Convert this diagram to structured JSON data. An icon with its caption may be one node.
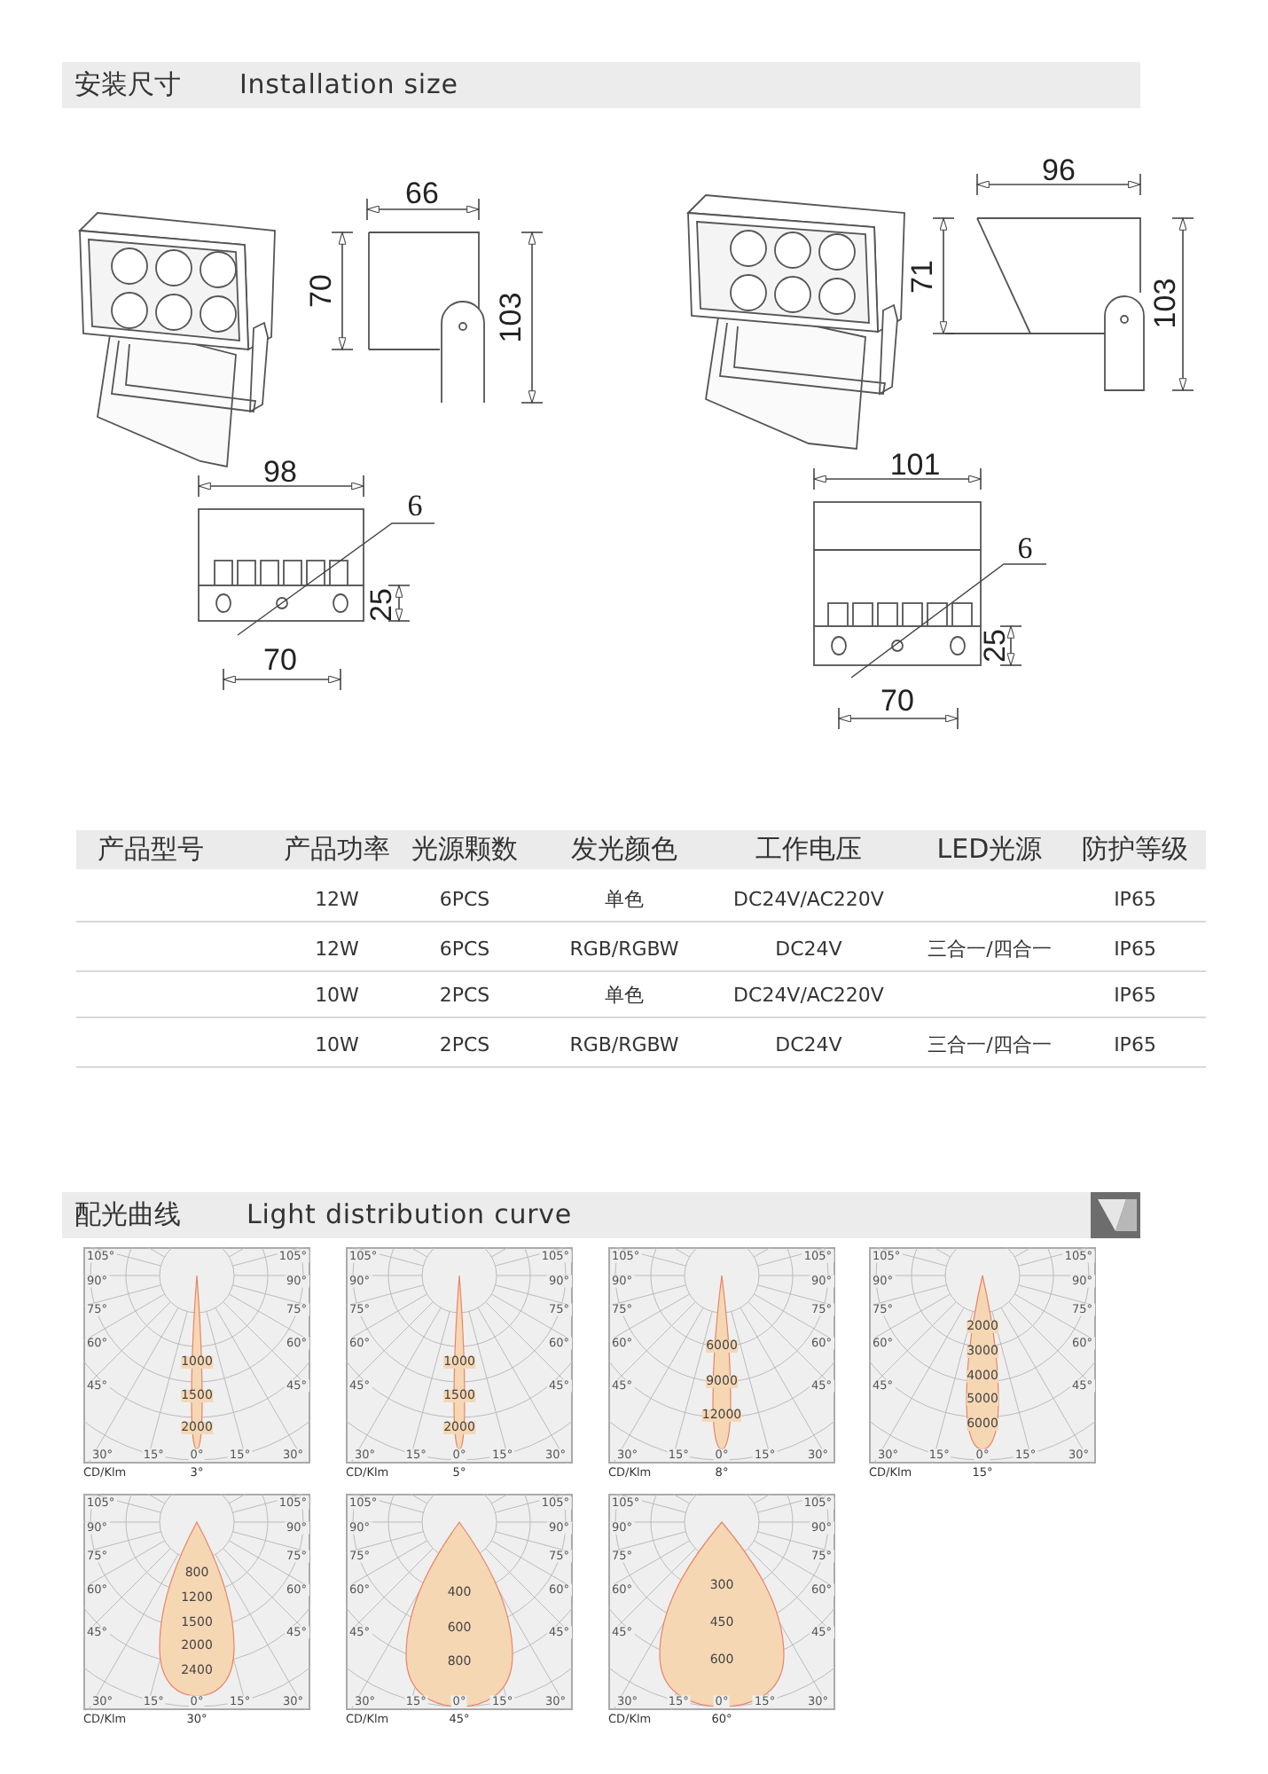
{
  "diagram": {
    "labels": [
      "安装尺寸",
      "Installation size",
      "66",
      "70",
      "103",
      "98",
      "6",
      "25",
      "70",
      "96",
      "71",
      "103",
      "101",
      "6",
      "25",
      "70",
      "产品型号",
      "产品功率",
      "光源颗数",
      "发光颜色",
      "工作电压",
      "LED光源",
      "防护等级",
      "12W",
      "6PCS",
      "单色",
      "DC24V/AC220V",
      "IP65",
      "12W",
      "6PCS",
      "RGB/RGBW",
      "DC24V",
      "三合一/四合一",
      "IP65",
      "10W",
      "2PCS",
      "单色",
      "DC24V/AC220V",
      "IP65",
      "10W",
      "2PCS",
      "RGB/RGBW",
      "DC24V",
      "三合一/四合一",
      "IP65",
      "配光曲线",
      "Light distribution curve",
      "105°",
      "105°",
      "90°",
      "90°",
      "75°",
      "75°",
      "60°",
      "60°",
      "45°",
      "45°",
      "1000",
      "1500",
      "2000",
      "30°",
      "15°",
      "0°",
      "15°",
      "30°",
      "CD/Klm",
      "3°",
      "105°",
      "105°",
      "90°",
      "90°",
      "75°",
      "75°",
      "60°",
      "60°",
      "45°",
      "45°",
      "1000",
      "1500",
      "2000",
      "30°",
      "15°",
      "0°",
      "15°",
      "30°",
      "CD/Klm",
      "5°",
      "105°",
      "105°",
      "90°",
      "90°",
      "75°",
      "75°",
      "60°",
      "60°",
      "45°",
      "45°",
      "6000",
      "9000",
      "12000",
      "30°",
      "15°",
      "0°",
      "15°",
      "30°",
      "CD/Klm",
      "8°",
      "105°",
      "105°",
      "90°",
      "90°",
      "75°",
      "75°",
      "60°",
      "60°",
      "45°",
      "45°",
      "2000",
      "3000",
      "4000",
      "5000",
      "6000",
      "30°",
      "15°",
      "0°",
      "15°",
      "30°",
      "CD/Klm",
      "15°",
      "105°",
      "105°",
      "90°",
      "90°",
      "75°",
      "75°",
      "60°",
      "60°",
      "45°",
      "45°",
      "800",
      "1200",
      "1500",
      "2000",
      "2400",
      "30°",
      "15°",
      "0°",
      "15°",
      "30°",
      "CD/Klm",
      "30°",
      "105°",
      "105°",
      "90°",
      "90°",
      "75°",
      "75°",
      "60°",
      "60°",
      "45°",
      "45°",
      "400",
      "600",
      "800",
      "30°",
      "15°",
      "0°",
      "15°",
      "30°",
      "CD/Klm",
      "45°",
      "105°",
      "105°",
      "90°",
      "90°",
      "75°",
      "75°",
      "60°",
      "60°",
      "45°",
      "45°",
      "300",
      "450",
      "600",
      "30°",
      "15°",
      "0°",
      "15°",
      "30°",
      "CD/Klm",
      "60°"
    ]
  }
}
